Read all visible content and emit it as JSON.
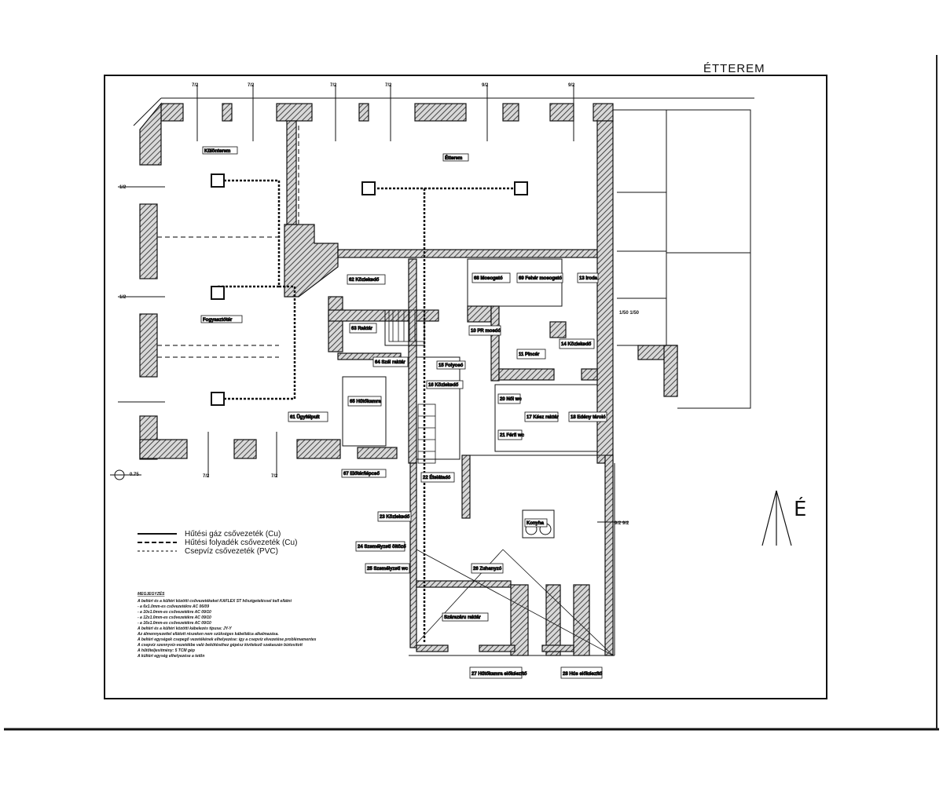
{
  "title": "ÉTTEREM",
  "north_label": "É",
  "rooms": [
    {
      "label": "Különterem"
    },
    {
      "label": "Étterem"
    },
    {
      "label": "Fogyasztótér"
    },
    {
      "label": "62 Közlekedő"
    },
    {
      "label": "63 Raktár"
    },
    {
      "label": "64 Szél raktár"
    },
    {
      "label": "65 Hűtőkamra"
    },
    {
      "label": "61 Ügyfélpult"
    },
    {
      "label": "67 Előtér/lépcső"
    },
    {
      "label": "68 Mosogató"
    },
    {
      "label": "69 Fehér mosogató"
    },
    {
      "label": "13 Iroda"
    },
    {
      "label": "10 PR mosdó"
    },
    {
      "label": "11 Pincér"
    },
    {
      "label": "14 Közlekedő"
    },
    {
      "label": "15 Folyosó"
    },
    {
      "label": "16 Közlekedő"
    },
    {
      "label": "20 Női wc"
    },
    {
      "label": "21 Férfi wc"
    },
    {
      "label": "17 Kész raktár"
    },
    {
      "label": "18 Edény tároló"
    },
    {
      "label": "22 Ételátadó"
    },
    {
      "label": "23 Közlekedő"
    },
    {
      "label": "24 Személyzeti öltöző"
    },
    {
      "label": "25 Személyzeti wc"
    },
    {
      "label": "26 Zuhanyzó"
    },
    {
      "label": "Szárazáru raktár"
    },
    {
      "label": "Konyha"
    },
    {
      "label": "27 Hűtőkamra előkészítő"
    },
    {
      "label": "28 Hús előkészítő"
    }
  ],
  "legend": [
    {
      "style": "solid",
      "label": "Hűtési gáz csővezeték (Cu)"
    },
    {
      "style": "dashed",
      "label": "Hűtési folyadék csővezeték (Cu)"
    },
    {
      "style": "dotted",
      "label": "Csepvíz csővezeték (PVC)"
    }
  ],
  "notes": {
    "heading": "MEGJEGYZÉS",
    "lines": [
      "A beltéri és a kültéri közötti csővezetékeket KAFLEX ST hőszigeteléssel kell ellátni",
      "- a 6x1.0mm-es csővezetékre AC 06/09",
      "- a 10x1.0mm-es csővezetékre AC 09/10",
      "- a 12x1.0mm-es csővezetékre AC 09/10",
      "- a 16x1.0mm-es csővezetékre AC 09/10",
      "A beltéri és a kültéri közötti kábelezés típusa: JY-Y",
      "Az álmennyezettel ellátott részeken nem szükséges kábeltálca alkalmazása.",
      "A beltéri egységek csepegő vezetékének elhelyezése: így a csepvíz elvezetése problémamentes",
      "A csepvíz szennyvíz-vezetékbe való bekötéséhez gépész kivitelező szakaszán biztosított",
      "A hűtőteljesítmény: 5 TCM gép",
      "A kültéri egység elhelyezése a tetőn"
    ]
  },
  "axis_marks": [
    "7/2",
    "7/2",
    "7/2",
    "7/2",
    "9/2",
    "9/2",
    "7/2",
    "7/2",
    "1/2",
    "1/2",
    "0.75",
    "1/50 1/50",
    "9/2 9/2"
  ],
  "colors": {
    "ink": "#111111",
    "hatch": "#333333",
    "paper": "#ffffff"
  }
}
